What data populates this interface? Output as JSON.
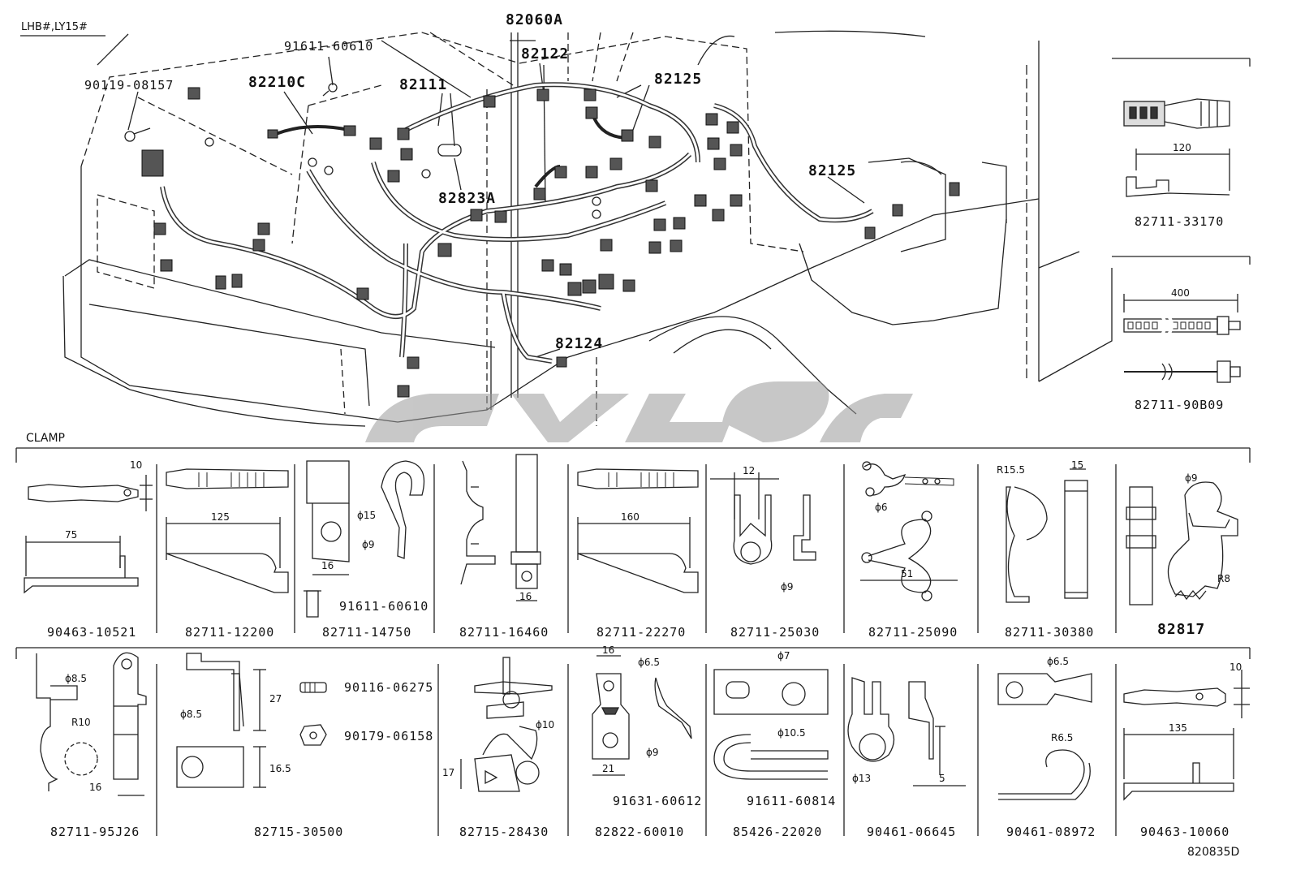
{
  "variant": "LHB#,LY15#",
  "main_diagram": {
    "labels": {
      "p82060A": "82060A",
      "p82122": "82122",
      "p91611_60610": "91611-60610",
      "p82210C": "82210C",
      "p82111": "82111",
      "p82125a": "82125",
      "p82125b": "82125",
      "p90119_08157": "90119-08157",
      "p82823A": "82823A",
      "p82124": "82124"
    }
  },
  "side_parts": [
    {
      "part": "82711-33170",
      "dim": "120"
    },
    {
      "part": "82711-90B09",
      "dim": "400"
    }
  ],
  "clamp_section_title": "CLAMP",
  "clamps_row1": [
    {
      "part": "90463-10521",
      "dims": [
        "10",
        "75"
      ],
      "extra": ""
    },
    {
      "part": "82711-12200",
      "dims": [
        "125"
      ],
      "extra": ""
    },
    {
      "part": "82711-14750",
      "dims": [
        "ϕ15",
        "ϕ9",
        "16"
      ],
      "extra": "91611-60610"
    },
    {
      "part": "82711-16460",
      "dims": [
        "16"
      ],
      "extra": ""
    },
    {
      "part": "82711-22270",
      "dims": [
        "160"
      ],
      "extra": ""
    },
    {
      "part": "82711-25030",
      "dims": [
        "12",
        "ϕ9"
      ],
      "extra": ""
    },
    {
      "part": "82711-25090",
      "dims": [
        "ϕ6",
        "51"
      ],
      "extra": ""
    },
    {
      "part": "82711-30380",
      "dims": [
        "R15.5",
        "15"
      ],
      "extra": ""
    },
    {
      "part": "82817",
      "dims": [
        "ϕ9",
        "R8"
      ],
      "extra": ""
    }
  ],
  "clamps_row2": [
    {
      "part": "82711-95J26",
      "dims": [
        "ϕ8.5",
        "R10",
        "16"
      ],
      "extra": ""
    },
    {
      "part": "82715-30500",
      "dims": [
        "ϕ8.5",
        "27",
        "16.5"
      ],
      "extra1": "90116-06275",
      "extra2": "90179-06158"
    },
    {
      "part": "82715-28430",
      "dims": [
        "ϕ10",
        "17"
      ],
      "extra": ""
    },
    {
      "part": "82822-60010",
      "dims": [
        "16",
        "ϕ6.5",
        "ϕ9",
        "21"
      ],
      "extra": "91631-60612"
    },
    {
      "part": "85426-22020",
      "dims": [
        "ϕ7",
        "ϕ10.5"
      ],
      "extra": "91611-60814"
    },
    {
      "part": "90461-06645",
      "dims": [
        "ϕ13",
        "5"
      ],
      "extra": ""
    },
    {
      "part": "90461-08972",
      "dims": [
        "ϕ6.5",
        "R6.5"
      ],
      "extra": ""
    },
    {
      "part": "90463-10060",
      "dims": [
        "10",
        "135"
      ],
      "extra": ""
    }
  ],
  "figure_code": "820835D",
  "watermark": "cygc"
}
